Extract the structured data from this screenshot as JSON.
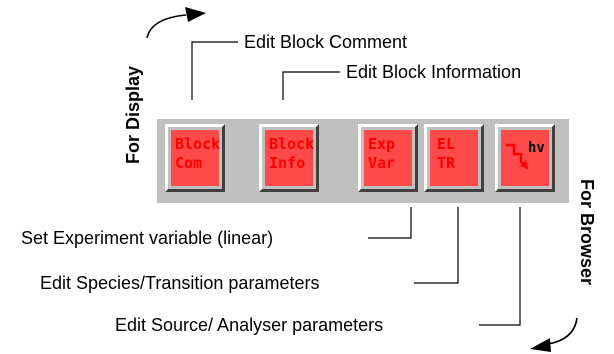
{
  "labels": {
    "for_display": "For Display",
    "for_browser": "For Browser",
    "edit_block_comment": "Edit Block Comment",
    "edit_block_information": "Edit Block Information",
    "set_experiment_variable": "Set Experiment variable (linear)",
    "edit_species_transition": "Edit Species/Transition parameters",
    "edit_source_analyser": "Edit Source/ Analyser parameters"
  },
  "toolbar": {
    "block_com": {
      "line1": "Block",
      "line2": "Com"
    },
    "block_info": {
      "line1": "Block",
      "line2": "Info"
    },
    "exp_var": {
      "line1": "Exp",
      "line2": "Var"
    },
    "el_tr": {
      "line1": "EL",
      "line2": "TR"
    },
    "source_hv": {
      "icon": "zigzag-arrow",
      "text": "hv"
    }
  },
  "colors": {
    "toolbar_bg": "#c0c0c0",
    "button_face": "#ff4a4a",
    "button_text": "#ff0000"
  }
}
